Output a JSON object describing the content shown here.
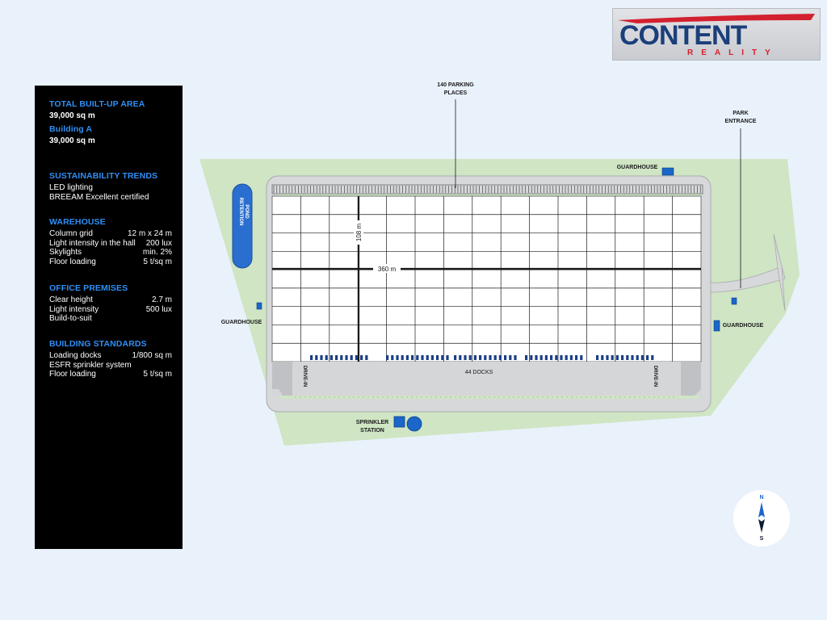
{
  "logo": {
    "main": "CONTENT",
    "sub": "REALITY",
    "colors": {
      "red": "#d3202f",
      "navy": "#1c3f7a"
    }
  },
  "panel": {
    "sections": [
      {
        "title": "TOTAL BUILT-UP AREA",
        "rows": [
          {
            "label": "39,000 sq m",
            "value": "",
            "bold": true
          }
        ]
      },
      {
        "title": "Building A",
        "rows": [
          {
            "label": "39,000 sq m",
            "value": "",
            "bold": true
          }
        ]
      },
      {
        "title": "SUSTAINABILITY TRENDS",
        "rows": [
          {
            "label": "LED lighting",
            "value": ""
          },
          {
            "label": "BREEAM Excellent certified",
            "value": ""
          }
        ]
      },
      {
        "title": "WAREHOUSE",
        "rows": [
          {
            "label": "Column grid",
            "value": "12 m x 24 m"
          },
          {
            "label": "Light intensity in the hall",
            "value": "200 lux"
          },
          {
            "label": "Skylights",
            "value": "min. 2%"
          },
          {
            "label": "Floor loading",
            "value": "5 t/sq m"
          }
        ]
      },
      {
        "title": "OFFICE PREMISES",
        "rows": [
          {
            "label": "Clear height",
            "value": "2.7 m"
          },
          {
            "label": "Light intensity",
            "value": "500 lux"
          },
          {
            "label": "Build-to-suit",
            "value": ""
          }
        ]
      },
      {
        "title": "BUILDING STANDARDS",
        "rows": [
          {
            "label": "Loading docks",
            "value": "1/800 sq m"
          },
          {
            "label": "ESFR sprinkler system",
            "value": ""
          },
          {
            "label": "Floor loading",
            "value": "5 t/sq m"
          }
        ]
      }
    ]
  },
  "plan": {
    "parking_label": [
      "140 PARKING",
      "PLACES"
    ],
    "park_entrance_label": [
      "PARK",
      "ENTRANCE"
    ],
    "guardhouse_label": "GUARDHOUSE",
    "retention_pond_label": [
      "RETENTION",
      "POND"
    ],
    "width_label": "360 m",
    "height_label": "108 m",
    "docks_label": "44 DOCKS",
    "drive_in_label": "DRIVE-IN",
    "sprinkler_label": [
      "SPRINKLER",
      "STATION"
    ],
    "colors": {
      "land": "#cfe5c4",
      "road": "#d7d8da",
      "building": "#ffffff",
      "blue": "#1b66c9",
      "grid": "#1a1a1a"
    }
  },
  "compass": {
    "north": "N",
    "south": "S"
  }
}
